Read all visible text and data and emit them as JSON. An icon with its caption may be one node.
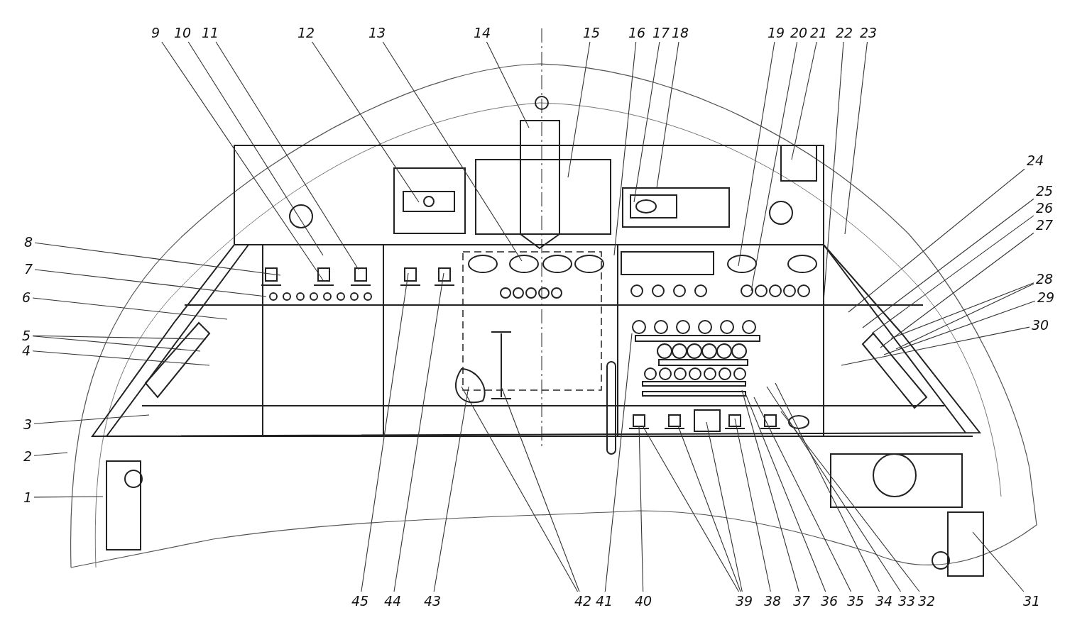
{
  "diagram": {
    "nodes": [
      {
        "text": [
          "1"
        ]
      },
      {
        "text": [
          "2"
        ]
      },
      {
        "text": [
          "3"
        ]
      },
      {
        "text": [
          "4"
        ]
      },
      {
        "text": [
          "5"
        ]
      },
      {
        "text": [
          "6"
        ]
      },
      {
        "text": [
          "7"
        ]
      },
      {
        "text": [
          "8"
        ]
      },
      {
        "text": [
          "9"
        ]
      },
      {
        "text": [
          "10"
        ]
      },
      {
        "text": [
          "11"
        ]
      },
      {
        "text": [
          "12"
        ]
      },
      {
        "text": [
          "13"
        ]
      },
      {
        "text": [
          "14"
        ]
      },
      {
        "text": [
          "15"
        ]
      },
      {
        "text": [
          "16"
        ]
      },
      {
        "text": [
          "17"
        ]
      },
      {
        "text": [
          "18"
        ]
      },
      {
        "text": [
          "19"
        ]
      },
      {
        "text": [
          "20"
        ]
      },
      {
        "text": [
          "21"
        ]
      },
      {
        "text": [
          "22"
        ]
      },
      {
        "text": [
          "23"
        ]
      },
      {
        "text": [
          "24"
        ]
      },
      {
        "text": [
          "25"
        ]
      },
      {
        "text": [
          "26"
        ]
      },
      {
        "text": [
          "27"
        ]
      },
      {
        "text": [
          "28"
        ]
      },
      {
        "text": [
          "29"
        ]
      },
      {
        "text": [
          "30"
        ]
      },
      {
        "text": [
          "31"
        ]
      },
      {
        "text": [
          "32"
        ]
      },
      {
        "text": [
          "33"
        ]
      },
      {
        "text": [
          "34"
        ]
      },
      {
        "text": [
          "35"
        ]
      },
      {
        "text": [
          "36"
        ]
      },
      {
        "text": [
          "37"
        ]
      },
      {
        "text": [
          "38"
        ]
      },
      {
        "text": [
          "39"
        ]
      },
      {
        "text": [
          "40"
        ]
      },
      {
        "text": [
          "41"
        ]
      },
      {
        "text": [
          "42"
        ]
      },
      {
        "text": [
          "43"
        ]
      },
      {
        "text": [
          "44"
        ]
      },
      {
        "text": [
          "45"
        ]
      }
    ],
    "edges": [
      {
        "from": 0,
        "to": null,
        "arrow": "none"
      },
      {
        "from": 1,
        "to": null,
        "arrow": "none"
      },
      {
        "from": 2,
        "to": null,
        "arrow": "none"
      },
      {
        "from": 3,
        "to": null,
        "arrow": "none"
      },
      {
        "from": 4,
        "to": null,
        "arrow": "none"
      },
      {
        "from": 4,
        "to": null,
        "arrow": "none"
      },
      {
        "from": 5,
        "to": null,
        "arrow": "none"
      },
      {
        "from": 6,
        "to": null,
        "arrow": "none"
      },
      {
        "from": 7,
        "to": null,
        "arrow": "none"
      },
      {
        "from": 8,
        "to": null,
        "arrow": "none"
      },
      {
        "from": 9,
        "to": null,
        "arrow": "none"
      },
      {
        "from": 10,
        "to": null,
        "arrow": "none"
      },
      {
        "from": 11,
        "to": null,
        "arrow": "none"
      },
      {
        "from": 12,
        "to": null,
        "arrow": "none"
      },
      {
        "from": 13,
        "to": null,
        "arrow": "none"
      },
      {
        "from": 14,
        "to": null,
        "arrow": "none"
      },
      {
        "from": 15,
        "to": null,
        "arrow": "none"
      },
      {
        "from": 16,
        "to": null,
        "arrow": "none"
      },
      {
        "from": 17,
        "to": null,
        "arrow": "none"
      },
      {
        "from": 18,
        "to": null,
        "arrow": "none"
      },
      {
        "from": 19,
        "to": null,
        "arrow": "none"
      },
      {
        "from": 20,
        "to": null,
        "arrow": "none"
      },
      {
        "from": 21,
        "to": null,
        "arrow": "none"
      },
      {
        "from": 22,
        "to": null,
        "arrow": "none"
      },
      {
        "from": 23,
        "to": null,
        "arrow": "none"
      },
      {
        "from": 24,
        "to": null,
        "arrow": "none"
      },
      {
        "from": 25,
        "to": null,
        "arrow": "none"
      },
      {
        "from": 26,
        "to": null,
        "arrow": "none"
      },
      {
        "from": 27,
        "to": null,
        "arrow": "none"
      },
      {
        "from": 27,
        "to": null,
        "arrow": "none"
      },
      {
        "from": 28,
        "to": null,
        "arrow": "none"
      },
      {
        "from": 29,
        "to": null,
        "arrow": "none"
      },
      {
        "from": 30,
        "to": null,
        "arrow": "none"
      },
      {
        "from": 31,
        "to": null,
        "arrow": "none"
      },
      {
        "from": 32,
        "to": null,
        "arrow": "none"
      },
      {
        "from": 33,
        "to": null,
        "arrow": "none"
      },
      {
        "from": 34,
        "to": null,
        "arrow": "none"
      },
      {
        "from": 35,
        "to": null,
        "arrow": "none"
      },
      {
        "from": 36,
        "to": null,
        "arrow": "none"
      },
      {
        "from": 37,
        "to": null,
        "arrow": "none"
      },
      {
        "from": 38,
        "to": null,
        "arrow": "none"
      },
      {
        "from": 38,
        "to": null,
        "arrow": "none"
      },
      {
        "from": 38,
        "to": null,
        "arrow": "none"
      },
      {
        "from": 39,
        "to": null,
        "arrow": "none"
      },
      {
        "from": 40,
        "to": null,
        "arrow": "none"
      },
      {
        "from": 41,
        "to": null,
        "arrow": "none"
      },
      {
        "from": 41,
        "to": null,
        "arrow": "none"
      },
      {
        "from": 42,
        "to": null,
        "arrow": "none"
      },
      {
        "from": 43,
        "to": null,
        "arrow": "none"
      },
      {
        "from": 44,
        "to": null,
        "arrow": "none"
      }
    ]
  }
}
